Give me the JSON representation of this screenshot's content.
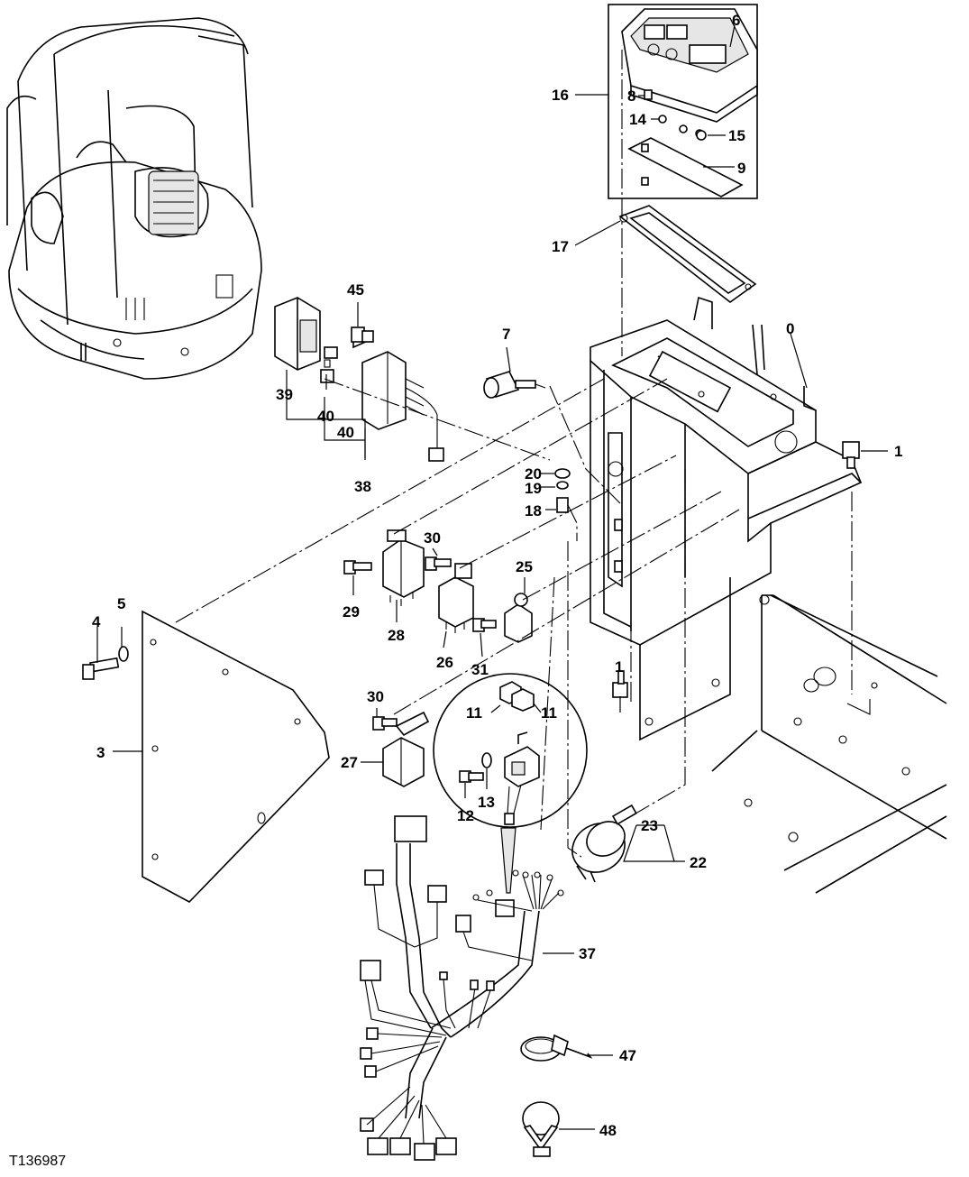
{
  "figure_id": "T136987",
  "callouts": [
    {
      "id": "c0",
      "text": "0"
    },
    {
      "id": "c1a",
      "text": "1"
    },
    {
      "id": "c1b",
      "text": "1"
    },
    {
      "id": "c3",
      "text": "3"
    },
    {
      "id": "c4",
      "text": "4"
    },
    {
      "id": "c5",
      "text": "5"
    },
    {
      "id": "c6",
      "text": "6"
    },
    {
      "id": "c7",
      "text": "7"
    },
    {
      "id": "c8",
      "text": "8"
    },
    {
      "id": "c9",
      "text": "9"
    },
    {
      "id": "c11a",
      "text": "11"
    },
    {
      "id": "c11b",
      "text": "11"
    },
    {
      "id": "c12",
      "text": "12"
    },
    {
      "id": "c13",
      "text": "13"
    },
    {
      "id": "c14",
      "text": "14"
    },
    {
      "id": "c15",
      "text": "15"
    },
    {
      "id": "c16",
      "text": "16"
    },
    {
      "id": "c17",
      "text": "17"
    },
    {
      "id": "c18",
      "text": "18"
    },
    {
      "id": "c19",
      "text": "19"
    },
    {
      "id": "c20",
      "text": "20"
    },
    {
      "id": "c22",
      "text": "22"
    },
    {
      "id": "c23",
      "text": "23"
    },
    {
      "id": "c25",
      "text": "25"
    },
    {
      "id": "c26",
      "text": "26"
    },
    {
      "id": "c27",
      "text": "27"
    },
    {
      "id": "c28",
      "text": "28"
    },
    {
      "id": "c29",
      "text": "29"
    },
    {
      "id": "c30a",
      "text": "30"
    },
    {
      "id": "c30b",
      "text": "30"
    },
    {
      "id": "c31",
      "text": "31"
    },
    {
      "id": "c37",
      "text": "37"
    },
    {
      "id": "c38",
      "text": "38"
    },
    {
      "id": "c39",
      "text": "39"
    },
    {
      "id": "c40a",
      "text": "40"
    },
    {
      "id": "c40b",
      "text": "40"
    },
    {
      "id": "c45",
      "text": "45"
    },
    {
      "id": "c47",
      "text": "47"
    },
    {
      "id": "c48",
      "text": "48"
    }
  ]
}
